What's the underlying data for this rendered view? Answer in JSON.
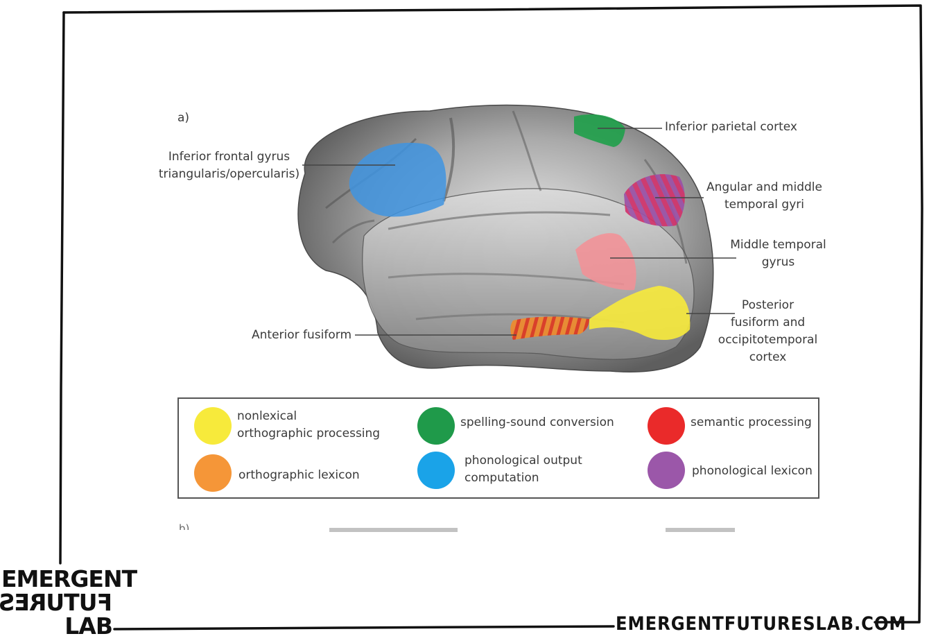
{
  "figure": {
    "panel_a": "a)",
    "panel_b": "b)"
  },
  "regions": {
    "ifg": "Inferior frontal gyrus\ntriangularis/opercularis)",
    "ipc": "Inferior parietal cortex",
    "angular": "Angular and middle\ntemporal gyri",
    "mtg": "Middle temporal\ngyrus",
    "post_fusiform": "Posterior\nfusiform and\noccipitotemporal\ncortex",
    "ant_fusiform": "Anterior fusiform"
  },
  "legend": {
    "items": [
      {
        "label": "nonlexical\northographic processing",
        "color": "#f7ea3b"
      },
      {
        "label": "spelling-sound conversion",
        "color": "#1f9a4a"
      },
      {
        "label": "semantic processing",
        "color": "#ea2a2a"
      },
      {
        "label": "orthographic lexicon",
        "color": "#f59638"
      },
      {
        "label": "phonological output\ncomputation",
        "color": "#1aa3e8"
      },
      {
        "label": "phonological lexicon",
        "color": "#9b57a9"
      }
    ]
  },
  "brand": {
    "logo_line1": "EMERGENT",
    "logo_line2": "FUTURES",
    "logo_line3": "LAB",
    "url": "EMERGENTFUTURESLAB.COM"
  }
}
